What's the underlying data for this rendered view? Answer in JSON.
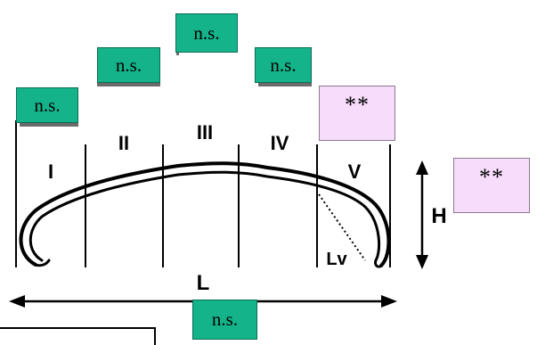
{
  "segments": [
    "I",
    "II",
    "III",
    "IV",
    "V"
  ],
  "dimensions": {
    "length": "L",
    "height": "H",
    "lv": "Lv"
  },
  "significance": {
    "seg1": "n.s.",
    "seg2": "n.s.",
    "seg3": "n.s.",
    "seg4": "n.s.",
    "seg5": "**",
    "height": "**",
    "length": "n.s."
  },
  "colors": {
    "ns_box": "#14b38a",
    "sig_box": "#f8dcfb",
    "line": "#000000"
  }
}
